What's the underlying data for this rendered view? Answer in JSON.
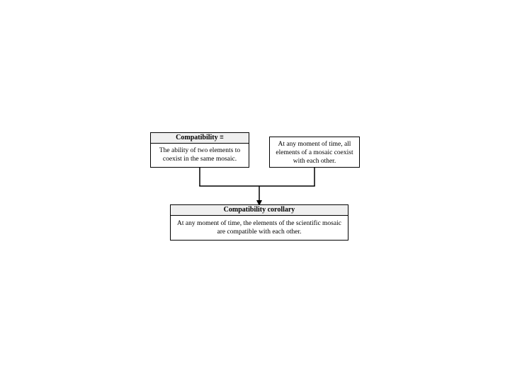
{
  "diagram": {
    "definition": {
      "title": "Compatibility ≡",
      "text": "The ability of two elements to coexist in the same mosaic."
    },
    "axiom": {
      "text": "At any moment of time, all elements of a mosaic coexist with each other."
    },
    "corollary": {
      "title": "Compatibility corollary",
      "text": "At any moment of time, the elements of the scientific mosaic are compatible with each other."
    }
  }
}
